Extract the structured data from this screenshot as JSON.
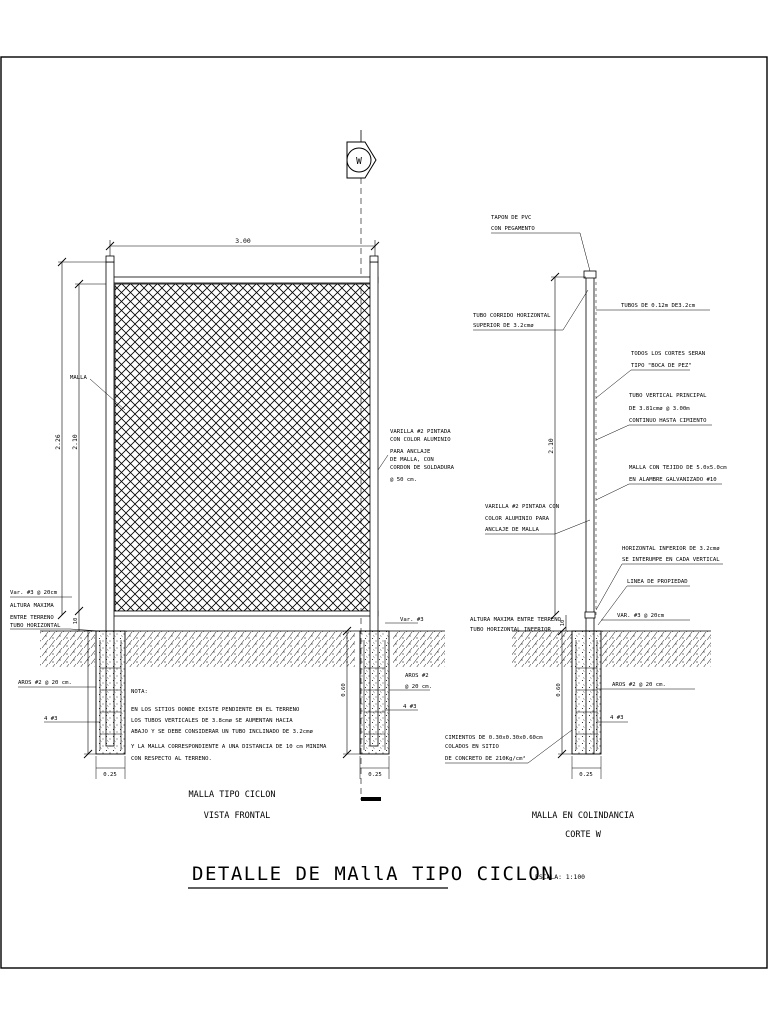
{
  "section_marker": "W",
  "front": {
    "width_dim": "3.00",
    "total_height_dim": "2.26",
    "mesh_height_dim": "2.10",
    "base_offset_dim": "10",
    "footing_depth_dim": "0.60",
    "footing_width_left": "0.25",
    "footing_width_right": "0.25",
    "label_malla": "MALLA",
    "varilla_lines": [
      "VARILLA #2 PINTADA",
      "CON COLOR ALUMINIO",
      "PARA ANCLAJE",
      "DE MALLA, CON",
      "CORDON DE SOLDADURA",
      "@ 50 cm."
    ],
    "var_left": "Var. #3 @ 20cm",
    "altura_lines": [
      "ALTURA MAXIMA",
      "ENTRE TERRENO",
      "TUBO HORIZONTAL"
    ],
    "aros_left": "AROS #2 @ 20 cm.",
    "bars_left": "4 #3",
    "var_right": "Var. #3",
    "aros_right_lines": [
      "AROS #2",
      "@ 20 cm."
    ],
    "bars_right": "4 #3",
    "nota_title": "NOTA:",
    "nota_lines": [
      "EN LOS SITIOS DONDE EXISTE PENDIENTE EN EL TERRENO",
      "LOS TUBOS VERTICALES DE 3.8cmø SE AUMENTAN HACIA",
      "ABAJO Y SE DEBE CONSIDERAR UN TUBO INCLINADO DE 3.2cmø",
      "Y LA MALLA CORRESPONDIENTE A UNA DISTANCIA DE 10 cm MINIMA",
      "CON RESPECTO AL TERRENO."
    ],
    "caption_lines": [
      "MALLA TIPO CICLON",
      "VISTA FRONTAL"
    ]
  },
  "section": {
    "mesh_height_dim": "2.10",
    "base_offset_dim": "10",
    "footing_depth_dim": "0.60",
    "footing_width": "0.25",
    "tapon_lines": [
      "TAPON DE PVC",
      "CON PEGAMENTO"
    ],
    "tubos_label": "TUBOS DE 0.12m DE3.2cm",
    "tubo_corrido_lines": [
      "TUBO CORRIDO HORIZONTAL",
      "SUPERIOR DE 3.2cmø"
    ],
    "cortes_lines": [
      "TODOS LOS CORTES SERAN",
      "TIPO \"BOCA DE PEZ\""
    ],
    "tubo_vertical_lines": [
      "TUBO VERTICAL PRINCIPAL",
      "DE 3.81cmø @ 3.00m",
      "CONTINUO HASTA CIMIENTO"
    ],
    "malla_tejido_lines": [
      "MALLA CON TEJIDO DE 5.0x5.0cm",
      "EN ALAMBRE GALVANIZADO #10"
    ],
    "varilla_lines": [
      "VARILLA #2 PINTADA CON",
      "COLOR ALUMINIO PARA",
      "ANCLAJE DE MALLA"
    ],
    "horizontal_lines": [
      "HORIZONTAL INFERIOR DE 3.2cmø",
      "SE INTERUMPE EN CADA VERTICAL"
    ],
    "linea_label": "LINEA DE PROPIEDAD",
    "var_label": "VAR. #3 @ 20cm",
    "altura_lines": [
      "ALTURA MAXIMA ENTRE TERRENO",
      "TUBO HORIZONTAL INFERIOR"
    ],
    "aros_label": "AROS #2 @ 20 cm.",
    "bars_label": "4 #3",
    "cimientos_lines": [
      "CIMIENTOS DE 0.30x0.30x0.60cm",
      "COLADOS EN SITIO",
      "DE CONCRETO DE 210Kg/cm²"
    ],
    "caption_lines": [
      "MALLA EN COLINDANCIA",
      "CORTE W"
    ]
  },
  "title": "DETALLE DE MAllA TIPO CICLON",
  "scale": "ESCALA: 1:100"
}
